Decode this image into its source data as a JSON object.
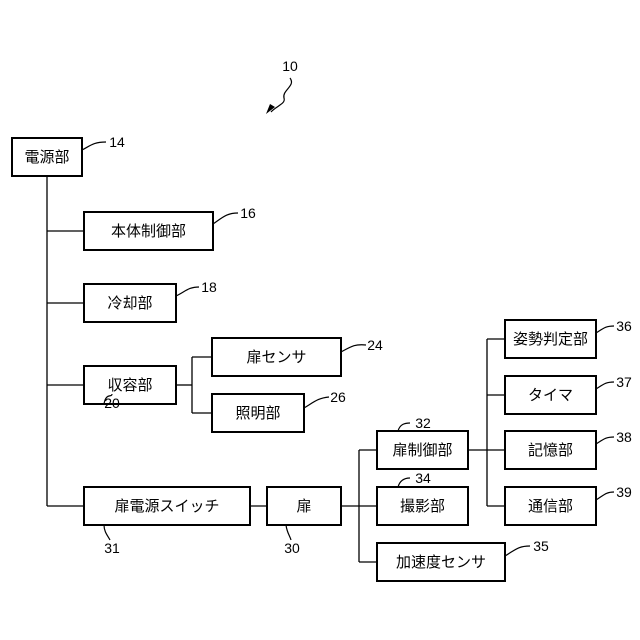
{
  "figure_ref": "10",
  "blocks": {
    "power_unit": {
      "label": "電源部",
      "ref": "14"
    },
    "main_control": {
      "label": "本体制御部",
      "ref": "16"
    },
    "cooling": {
      "label": "冷却部",
      "ref": "18"
    },
    "storage": {
      "label": "収容部",
      "ref": "20"
    },
    "door_sensor": {
      "label": "扉センサ",
      "ref": "24"
    },
    "lighting": {
      "label": "照明部",
      "ref": "26"
    },
    "door_power_switch": {
      "label": "扉電源スイッチ",
      "ref": "31"
    },
    "door": {
      "label": "扉",
      "ref": "30"
    },
    "door_control": {
      "label": "扉制御部",
      "ref": "32"
    },
    "imaging": {
      "label": "撮影部",
      "ref": "34"
    },
    "accel_sensor": {
      "label": "加速度センサ",
      "ref": "35"
    },
    "posture_judge": {
      "label": "姿勢判定部",
      "ref": "36"
    },
    "timer": {
      "label": "タイマ",
      "ref": "37"
    },
    "memory": {
      "label": "記憶部",
      "ref": "38"
    },
    "communication": {
      "label": "通信部",
      "ref": "39"
    }
  }
}
